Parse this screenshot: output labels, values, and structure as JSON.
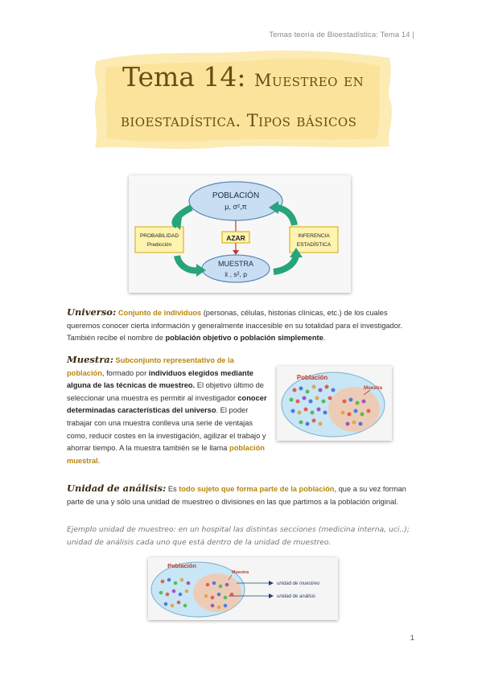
{
  "header": {
    "text": "Temas teoría de Bioestadística: Tema 14 |"
  },
  "title": {
    "part1": "Tema 14:",
    "part2": "Muestreo en",
    "line2": "bioestadística. Tipos básicos"
  },
  "figure1": {
    "poblacion": "POBLACIÓN",
    "params_pop": "μ, σ²,π",
    "azar": "AZAR",
    "muestra": "MUESTRA",
    "params_sample": "x̄ , s², p",
    "left_box_1": "PROBABILIDAD",
    "left_box_2": "Predicción",
    "right_box_1": "INFERENCIA",
    "right_box_2": "ESTADÍSTICA"
  },
  "universo": {
    "term": "Universo:",
    "highlight": "Conjunto de individuos",
    "text1": " (personas, células, historias clínicas, etc.) de los cuales queremos conocer cierta información y generalmente inaccesible en su totalidad para el investigador. También recibe el nombre de ",
    "bold": "población objetivo o población simplemente",
    "end": "."
  },
  "muestra": {
    "term": "Muestra:",
    "highlight": "Subconjunto representativo de la población",
    "t1": ", formado por ",
    "b1": "individuos elegidos mediante alguna de las técnicas de muestreo.",
    "t2": " El objetivo último de seleccionar una muestra es permitir al investigador ",
    "b2": "conocer determinadas características del universo",
    "t3": ". El poder trabajar con una muestra conlleva una serie de ventajas como, reducir costes en la investigación, agilizar el trabajo y ahorrar tiempo. A la muestra también se le llama ",
    "highlight2": "población muestral",
    "end": "."
  },
  "figure2": {
    "poblacion": "Población",
    "muestra": "Muestra"
  },
  "unidad": {
    "term": "Unidad de análisis:",
    "t1": " Es ",
    "highlight": "todo sujeto que forma parte de la población",
    "t2": ", que a su vez forman parte de una y sólo una unidad de muestreo o divisiones en las que partimos a la población original."
  },
  "note": {
    "text": "Ejemplo unidad de muestreo: en un hospital las distintas secciones (medicina interna, uci..); unidad de análisis cada uno que está dentro de la unidad de muestreo."
  },
  "figure3": {
    "poblacion": "Población",
    "muestra": "Muestra",
    "unidad_muestreo": "unidad de muestreo",
    "unidad_analisis": "unidad de análisis"
  },
  "page_number": "1",
  "colors": {
    "title": "#6b4b13",
    "highlight": "#b8860b",
    "blob": "#fbe7a4"
  }
}
